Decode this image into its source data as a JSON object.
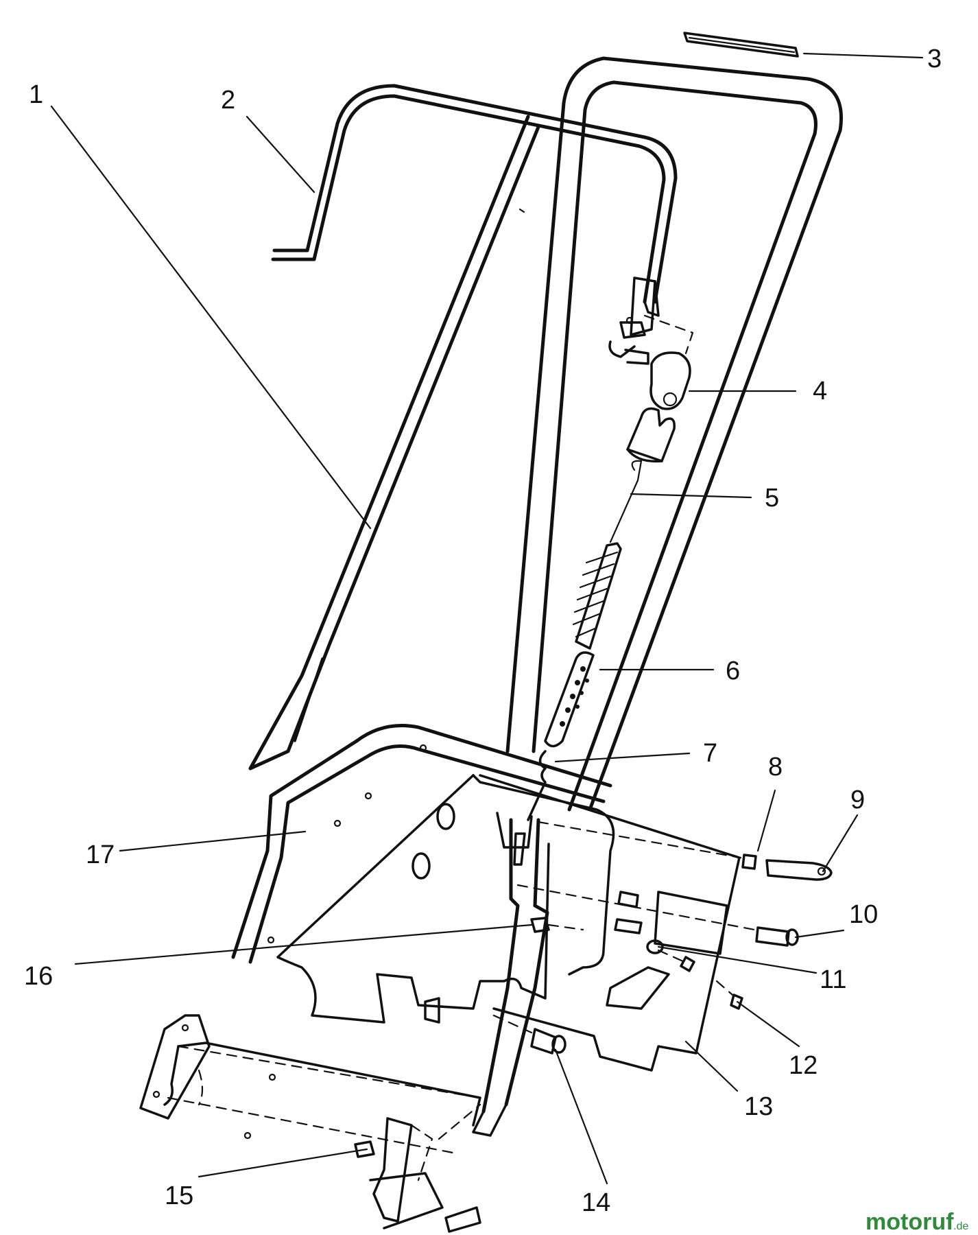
{
  "callouts": [
    {
      "id": "1",
      "label": "1"
    },
    {
      "id": "2",
      "label": "2"
    },
    {
      "id": "3",
      "label": "3"
    },
    {
      "id": "4",
      "label": "4"
    },
    {
      "id": "5",
      "label": "5"
    },
    {
      "id": "6",
      "label": "6"
    },
    {
      "id": "7",
      "label": "7"
    },
    {
      "id": "8",
      "label": "8"
    },
    {
      "id": "9",
      "label": "9"
    },
    {
      "id": "10",
      "label": "10"
    },
    {
      "id": "11",
      "label": "11"
    },
    {
      "id": "12",
      "label": "12"
    },
    {
      "id": "13",
      "label": "13"
    },
    {
      "id": "14",
      "label": "14"
    },
    {
      "id": "15",
      "label": "15"
    },
    {
      "id": "16",
      "label": "16"
    },
    {
      "id": "17",
      "label": "17"
    }
  ],
  "watermark": {
    "brand": "motoruf",
    "tld": ".de",
    "colors": {
      "m": "#2f8a3a",
      "o1": "#e23b2a",
      "t": "#f2b619",
      "o2": "#3a7fd1",
      "r": "#2f8a3a",
      "u": "#e23b2a",
      "f": "#3a7fd1"
    }
  }
}
